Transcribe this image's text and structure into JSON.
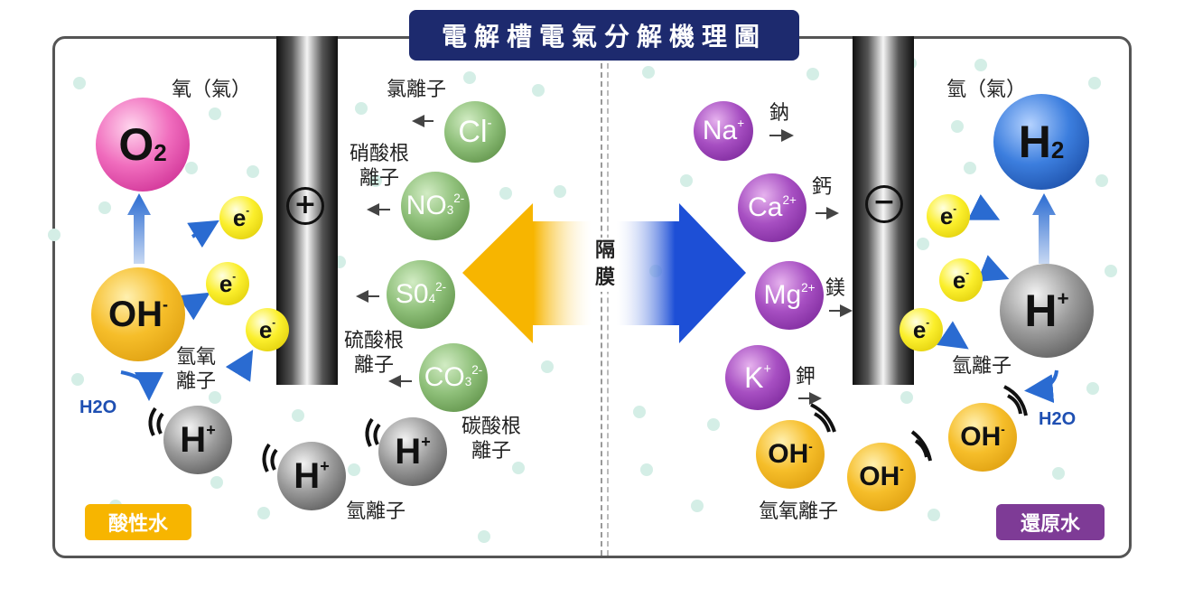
{
  "title": "電解槽電氣分解機理圖",
  "membrane_label": "隔膜",
  "left": {
    "electrode_symbol": "+",
    "badge": "酸性水",
    "badge_color": "#f7b500",
    "gas_label": "氧（氣）",
    "gas_molecule": {
      "main": "O",
      "sub": "2"
    },
    "hydroxide_label": "氫氧\n離子",
    "hydrogen_label": "氫離子",
    "water_label": "H2O",
    "electron": {
      "main": "e",
      "sup": "-"
    },
    "hydroxide": {
      "main": "OH",
      "sup": "-"
    },
    "hydrogen": {
      "main": "H",
      "sup": "+"
    },
    "anions": [
      {
        "main": "Cl",
        "sub": "",
        "sup": "-",
        "label": "氯離子"
      },
      {
        "main": "NO",
        "sub": "3",
        "sup": "2-",
        "label": "硝酸根\n離子"
      },
      {
        "main": "S0",
        "sub": "4",
        "sup": "2-",
        "label": "硫酸根\n離子"
      },
      {
        "main": "CO",
        "sub": "3",
        "sup": "2-",
        "label": "碳酸根\n離子"
      }
    ]
  },
  "right": {
    "electrode_symbol": "−",
    "badge": "還原水",
    "badge_color": "#7e3b96",
    "gas_label": "氫（氣）",
    "gas_molecule": {
      "main": "H",
      "sub": "2"
    },
    "hydrogen_label": "氫離子",
    "hydroxide_label": "氫氧離子",
    "water_label": "H2O",
    "electron": {
      "main": "e",
      "sup": "-"
    },
    "hydroxide": {
      "main": "OH",
      "sup": "-"
    },
    "hydrogen": {
      "main": "H",
      "sup": "+"
    },
    "cations": [
      {
        "main": "Na",
        "sup": "+",
        "label": "鈉"
      },
      {
        "main": "Ca",
        "sup": "2+",
        "label": "鈣"
      },
      {
        "main": "Mg",
        "sup": "2+",
        "label": "鎂"
      },
      {
        "main": "K",
        "sup": "+",
        "label": "鉀"
      }
    ]
  },
  "colors": {
    "title_bg": "#1d2a6e",
    "anion_arrow": "#f7b500",
    "cation_arrow": "#1d4fd6",
    "flow_arrow": "#2a6bd1",
    "bubble": "#d4eee6"
  }
}
